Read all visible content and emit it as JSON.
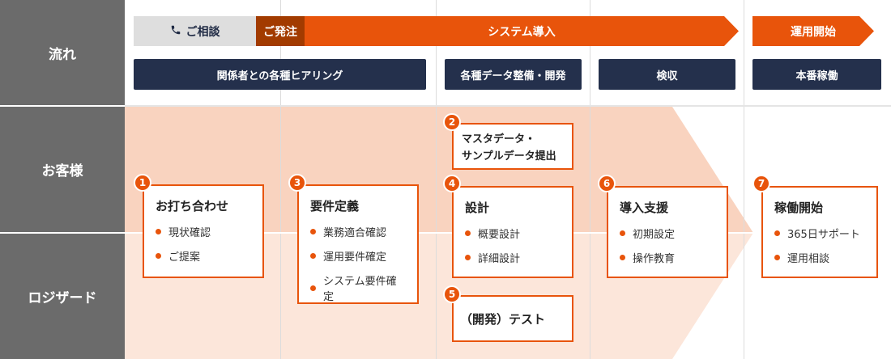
{
  "rows": {
    "flow": "流れ",
    "customer": "お客様",
    "logizard": "ロジザード"
  },
  "flow": {
    "consult": "ご相談",
    "order": "ご発注",
    "system_intro": "システム導入",
    "operation_start": "運用開始"
  },
  "phases": [
    "関係者との各種ヒアリング",
    "各種データ整備・開発",
    "検収",
    "本番稼働"
  ],
  "steps": {
    "s1": {
      "num": "1",
      "title": "お打ち合わせ",
      "items": [
        "現状確認",
        "ご提案"
      ]
    },
    "s2": {
      "num": "2",
      "line1": "マスタデータ・",
      "line2": "サンプルデータ提出"
    },
    "s3": {
      "num": "3",
      "title": "要件定義",
      "items": [
        "業務適合確認",
        "運用要件確定",
        "システム要件確定"
      ]
    },
    "s4": {
      "num": "4",
      "title": "設計",
      "items": [
        "概要設計",
        "詳細設計"
      ]
    },
    "s5": {
      "num": "5",
      "title": "（開発）テスト"
    },
    "s6": {
      "num": "6",
      "title": "導入支援",
      "items": [
        "初期設定",
        "操作教育"
      ]
    },
    "s7": {
      "num": "7",
      "title": "稼働開始",
      "items": [
        "365日サポート",
        "運用相談"
      ]
    }
  },
  "colors": {
    "accent": "#e8540b",
    "accent_dark": "#a23b00",
    "navy": "#24304c",
    "label_gray": "#6b6b6b",
    "arrow_light": "#f9d3bf",
    "arrow_lighter": "#fce6da"
  },
  "icons": {
    "consult": "phone-icon"
  }
}
